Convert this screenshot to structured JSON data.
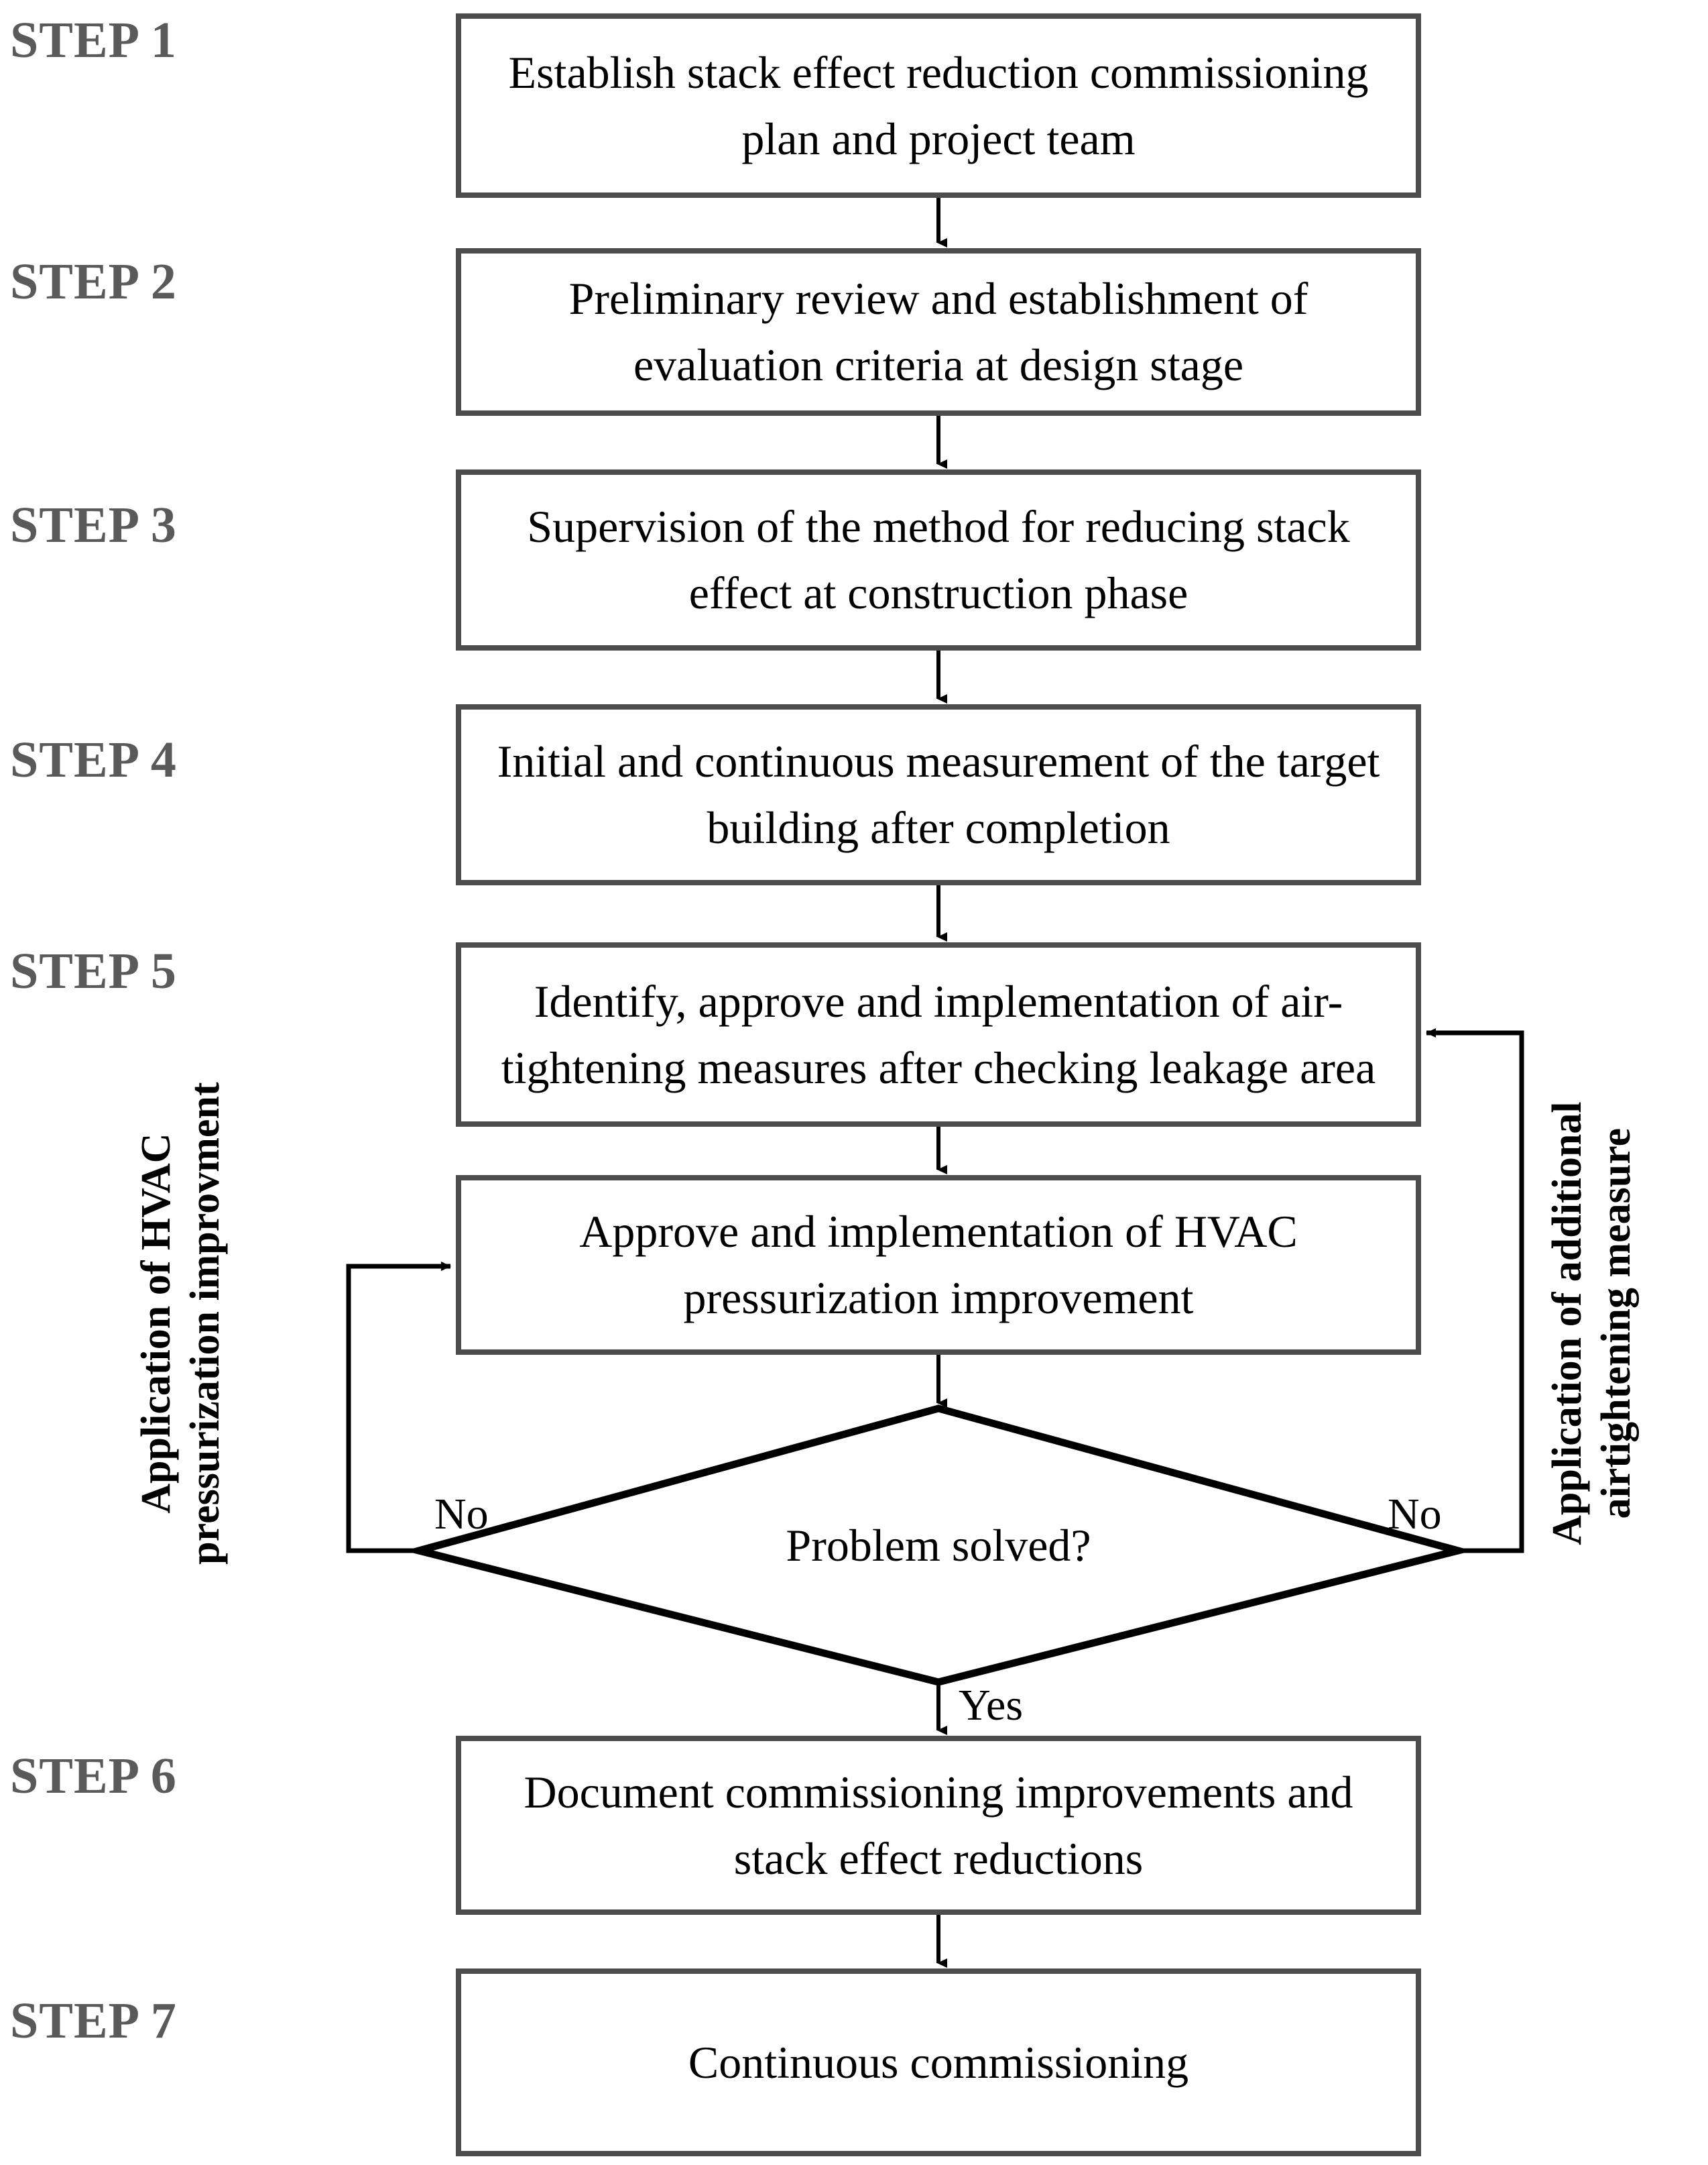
{
  "figure": {
    "type": "flowchart",
    "orientation": "vertical"
  },
  "steps": [
    {
      "label": "STEP 1",
      "text": "Establish stack effect reduction commissioning plan and project team"
    },
    {
      "label": "STEP 2",
      "text": "Preliminary review and establishment of evaluation criteria at design stage"
    },
    {
      "label": "STEP 3",
      "text": "Supervision of the method for reducing stack effect at construction phase"
    },
    {
      "label": "STEP 4",
      "text": "Initial and continuous measurement of the target building after completion"
    },
    {
      "label": "STEP 5",
      "text": "Identify, approve and implementation of air-tightening measures after checking leakage area"
    },
    {
      "label": "STEP 6",
      "text": "Document commissioning improvements and stack effect reductions"
    },
    {
      "label": "STEP 7",
      "text": "Continuous commissioning"
    }
  ],
  "hvac_box": {
    "text": "Approve and implementation of HVAC pressurization improvement"
  },
  "decision": {
    "text": "Problem solved?",
    "branch_left": "No",
    "branch_right": "No",
    "branch_down": "Yes"
  },
  "loops": {
    "left_label_line1": "Application of HVAC",
    "left_label_line2": "pressurization improvment",
    "right_label_line1": "Application of additional",
    "right_label_line2": "airtightening measure"
  },
  "colors": {
    "box_border": "#4d4d4d",
    "step_label": "#5a5a5a",
    "text": "#000000",
    "line": "#000000",
    "background": "#ffffff"
  }
}
